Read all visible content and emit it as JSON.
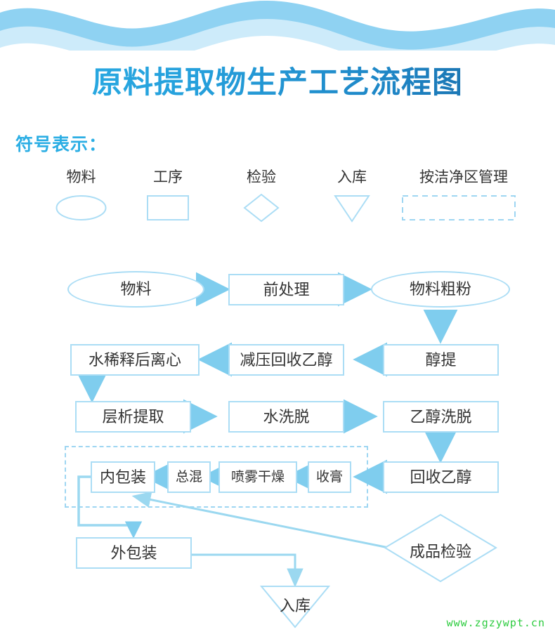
{
  "header": {
    "wave_color_dark": "#8FD2F2",
    "wave_color_light": "#CDEBFA"
  },
  "title": {
    "text": "原料提取物生产工艺流程图",
    "gradient_from": "#2BAEE4",
    "gradient_to": "#18649F"
  },
  "legend": {
    "heading": "符号表示：",
    "heading_color": "#2BAEE4",
    "items": [
      {
        "label": "物料",
        "shape": "ellipse"
      },
      {
        "label": "工序",
        "shape": "rectangle"
      },
      {
        "label": "检验",
        "shape": "diamond"
      },
      {
        "label": "入库",
        "shape": "triangle-down"
      },
      {
        "label": "按洁净区管理",
        "shape": "dashed-rectangle"
      }
    ]
  },
  "flow": {
    "shape_border_color": "#ABDDF5",
    "arrow_color": "#7FCDEE",
    "text_color": "#333333",
    "clean_zone_note": "按洁净区管理",
    "nodes": [
      {
        "id": "wuliao",
        "label": "物料",
        "shape": "ellipse"
      },
      {
        "id": "qianchuli",
        "label": "前处理",
        "shape": "rectangle"
      },
      {
        "id": "wuliaocufen",
        "label": "物料粗粉",
        "shape": "ellipse"
      },
      {
        "id": "chunti",
        "label": "醇提",
        "shape": "rectangle"
      },
      {
        "id": "jianyahuishou",
        "label": "减压回收乙醇",
        "shape": "rectangle"
      },
      {
        "id": "shuixishi",
        "label": "水稀释后离心",
        "shape": "rectangle"
      },
      {
        "id": "cengxi",
        "label": "层析提取",
        "shape": "rectangle"
      },
      {
        "id": "shuixituo",
        "label": "水洗脱",
        "shape": "rectangle"
      },
      {
        "id": "yichunxituo",
        "label": "乙醇洗脱",
        "shape": "rectangle"
      },
      {
        "id": "huishouyichun",
        "label": "回收乙醇",
        "shape": "rectangle"
      },
      {
        "id": "shougao",
        "label": "收膏",
        "shape": "rectangle"
      },
      {
        "id": "penwu",
        "label": "喷雾干燥",
        "shape": "rectangle"
      },
      {
        "id": "zonghun",
        "label": "总混",
        "shape": "rectangle"
      },
      {
        "id": "neibaozhuang",
        "label": "内包装",
        "shape": "rectangle"
      },
      {
        "id": "waibaozhuang",
        "label": "外包装",
        "shape": "rectangle"
      },
      {
        "id": "chengpinjy",
        "label": "成品检验",
        "shape": "diamond"
      },
      {
        "id": "ruku",
        "label": "入库",
        "shape": "triangle-down"
      }
    ],
    "edges": [
      {
        "from": "wuliao",
        "to": "qianchuli",
        "dir": "right"
      },
      {
        "from": "qianchuli",
        "to": "wuliaocufen",
        "dir": "right"
      },
      {
        "from": "wuliaocufen",
        "to": "chunti",
        "dir": "down"
      },
      {
        "from": "chunti",
        "to": "jianyahuishou",
        "dir": "left"
      },
      {
        "from": "jianyahuishou",
        "to": "shuixishi",
        "dir": "left"
      },
      {
        "from": "shuixishi",
        "to": "cengxi",
        "dir": "down"
      },
      {
        "from": "cengxi",
        "to": "shuixituo",
        "dir": "right"
      },
      {
        "from": "shuixituo",
        "to": "yichunxituo",
        "dir": "right"
      },
      {
        "from": "yichunxituo",
        "to": "huishouyichun",
        "dir": "down"
      },
      {
        "from": "huishouyichun",
        "to": "shougao",
        "dir": "left"
      },
      {
        "from": "shougao",
        "to": "penwu",
        "dir": "left"
      },
      {
        "from": "penwu",
        "to": "zonghun",
        "dir": "left"
      },
      {
        "from": "zonghun",
        "to": "neibaozhuang",
        "dir": "left"
      },
      {
        "from": "neibaozhuang",
        "to": "waibaozhuang",
        "dir": "loop-left-down"
      },
      {
        "from": "waibaozhuang",
        "to": "ruku",
        "dir": "right-down"
      },
      {
        "from": "chengpinjy",
        "to": "neibaozhuang",
        "dir": "diagonal-up-left"
      }
    ]
  },
  "watermark": {
    "text": "www.zgzywpt.cn",
    "color": "#2ECC40"
  }
}
